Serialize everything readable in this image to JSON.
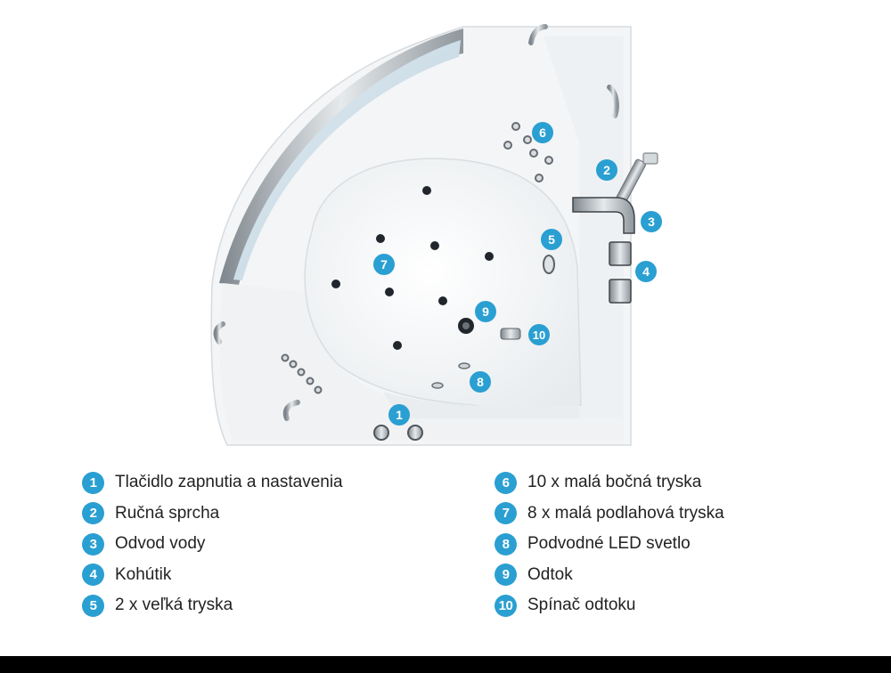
{
  "colors": {
    "badge": "#2a9fd2",
    "legend_text": "#222222",
    "tub_body": "#f4f5f6",
    "chrome": "#9ea6ad",
    "glass_panel": "#cfe0ea",
    "jet": "#20262c",
    "bottom_bar": "#000000"
  },
  "callouts": [
    "1",
    "2",
    "3",
    "4",
    "5",
    "6",
    "7",
    "8",
    "9",
    "10"
  ],
  "legend": {
    "left": [
      {
        "number": "1",
        "label": "Tlačidlo zapnutia a nastavenia"
      },
      {
        "number": "2",
        "label": "Ručná sprcha"
      },
      {
        "number": "3",
        "label": "Odvod vody"
      },
      {
        "number": "4",
        "label": "Kohútik"
      },
      {
        "number": "5",
        "label": "2 x veľká tryska"
      }
    ],
    "right": [
      {
        "number": "6",
        "label": "10 x malá bočná tryska"
      },
      {
        "number": "7",
        "label": "8 x malá podlahová tryska"
      },
      {
        "number": "8",
        "label": "Podvodné LED svetlo"
      },
      {
        "number": "9",
        "label": "Odtok"
      },
      {
        "number": "10",
        "label": "Spínač odtoku"
      }
    ]
  }
}
